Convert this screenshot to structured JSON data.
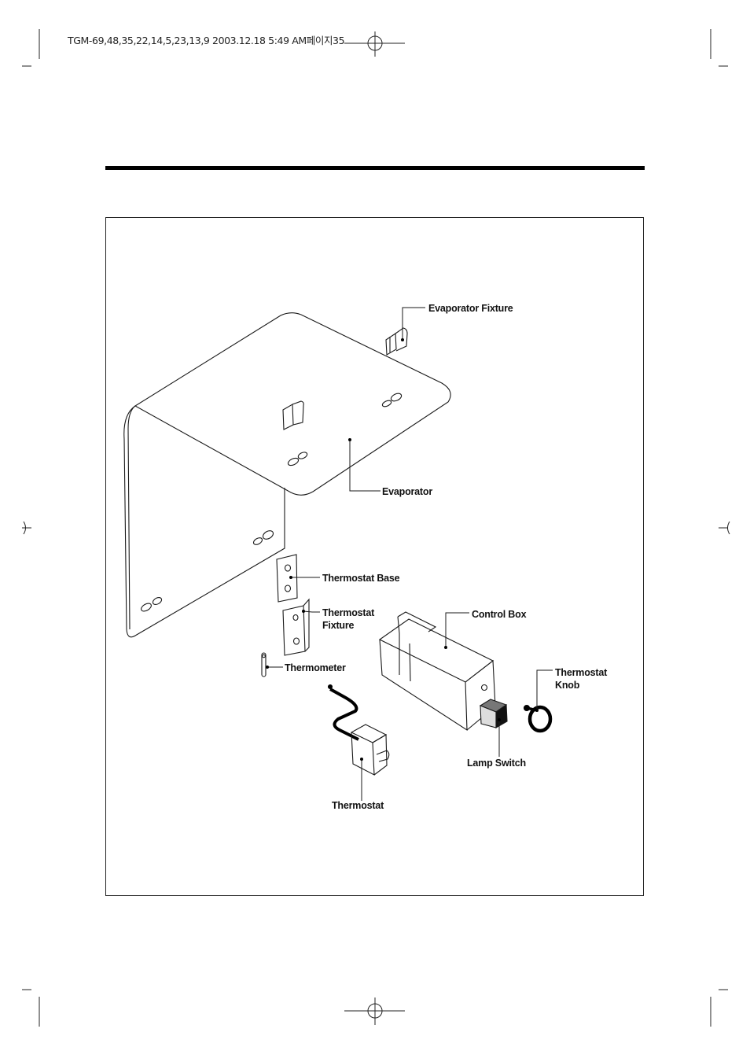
{
  "print_header": "TGM-69,48,35,22,14,5,23,13,9  2003.12.18 5:49 AM페이지35",
  "diagram": {
    "labels": {
      "evaporator_fixture": "Evaporator Fixture",
      "evaporator": "Evaporator",
      "thermostat_base": "Thermostat Base",
      "thermostat_fixture_line1": "Thermostat",
      "thermostat_fixture_line2": "Fixture",
      "control_box": "Control Box",
      "thermometer": "Thermometer",
      "thermostat_knob_line1": "Thermostat",
      "thermostat_knob_line2": "Knob",
      "lamp_switch": "Lamp Switch",
      "thermostat": "Thermostat"
    }
  }
}
